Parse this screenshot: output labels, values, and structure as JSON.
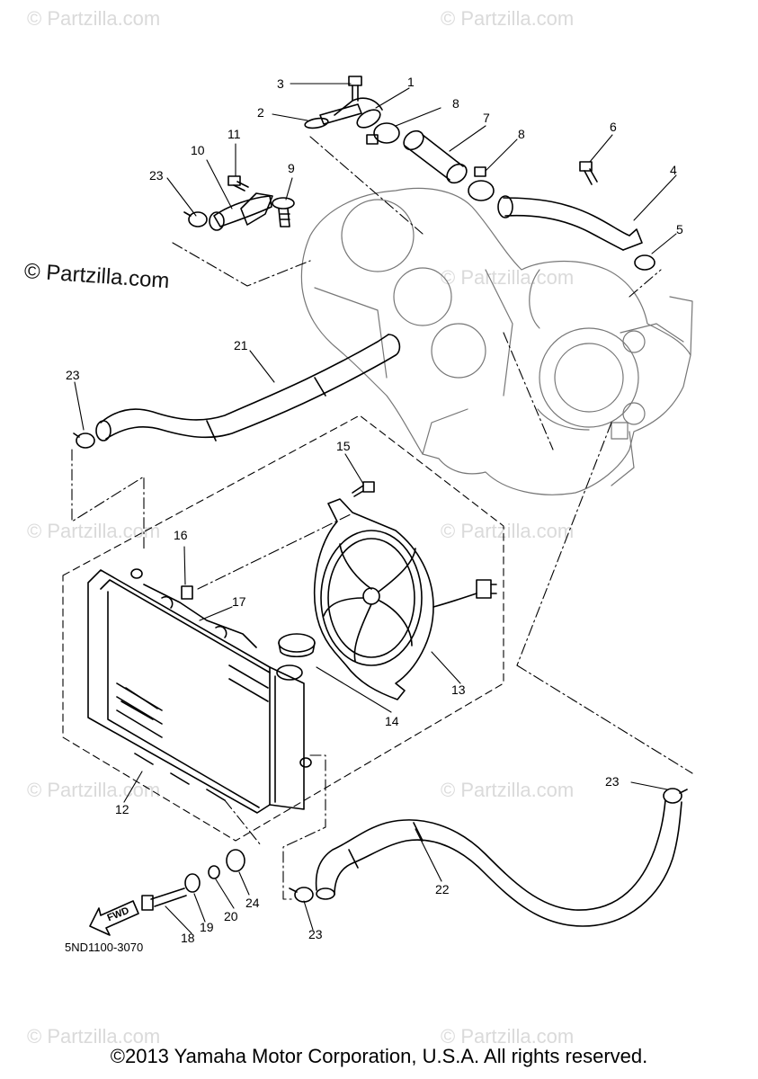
{
  "watermark": "© Partzilla.com",
  "diagram_code": "5ND1100-3070",
  "fwd_label": "FWD",
  "copyright": "©2013 Yamaha Motor Corporation, U.S.A. All rights reserved.",
  "callouts": [
    {
      "id": "c1",
      "label": "1"
    },
    {
      "id": "c2",
      "label": "2"
    },
    {
      "id": "c3",
      "label": "3"
    },
    {
      "id": "c4",
      "label": "4"
    },
    {
      "id": "c5",
      "label": "5"
    },
    {
      "id": "c6",
      "label": "6"
    },
    {
      "id": "c7",
      "label": "7"
    },
    {
      "id": "c8a",
      "label": "8"
    },
    {
      "id": "c8b",
      "label": "8"
    },
    {
      "id": "c9",
      "label": "9"
    },
    {
      "id": "c10",
      "label": "10"
    },
    {
      "id": "c11",
      "label": "11"
    },
    {
      "id": "c12",
      "label": "12"
    },
    {
      "id": "c13",
      "label": "13"
    },
    {
      "id": "c14",
      "label": "14"
    },
    {
      "id": "c15",
      "label": "15"
    },
    {
      "id": "c16",
      "label": "16"
    },
    {
      "id": "c17",
      "label": "17"
    },
    {
      "id": "c18",
      "label": "18"
    },
    {
      "id": "c19",
      "label": "19"
    },
    {
      "id": "c20",
      "label": "20"
    },
    {
      "id": "c21",
      "label": "21"
    },
    {
      "id": "c22",
      "label": "22"
    },
    {
      "id": "c23a",
      "label": "23"
    },
    {
      "id": "c23b",
      "label": "23"
    },
    {
      "id": "c23c",
      "label": "23"
    },
    {
      "id": "c23d",
      "label": "23"
    },
    {
      "id": "c24",
      "label": "24"
    }
  ]
}
